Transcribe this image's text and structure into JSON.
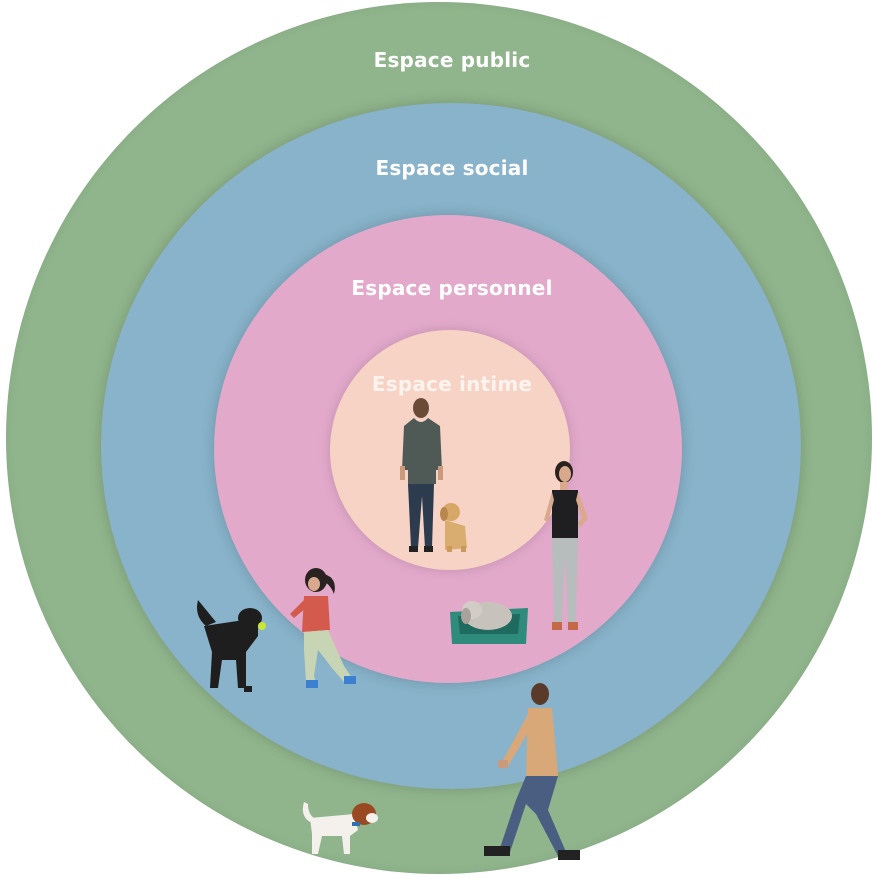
{
  "zones": {
    "public": "Espace public",
    "social": "Espace social",
    "personal": "Espace personnel",
    "intimate": "Espace intime"
  },
  "colors": {
    "public": "#90b58c",
    "social": "#88b3ca",
    "personal": "#e3a9cb",
    "intimate": "#f6d3c4"
  },
  "illustrations": [
    "man-standing",
    "puppy",
    "woman-standing",
    "dog-in-basket",
    "girl-running",
    "black-dog",
    "man-walking",
    "white-dog"
  ]
}
